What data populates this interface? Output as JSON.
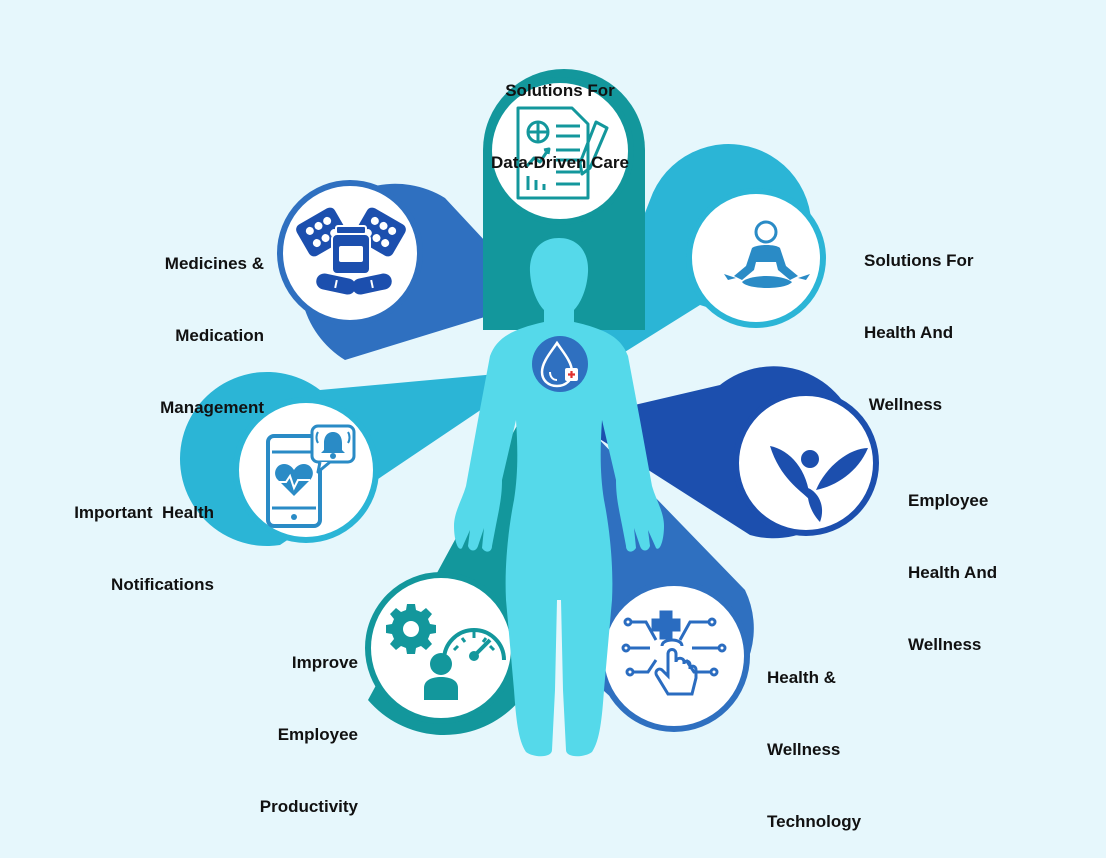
{
  "colors": {
    "background": "#e6f7fc",
    "teal": "#13979c",
    "mid_blue": "#2f70c0",
    "cyan": "#2bb5d6",
    "royal_blue": "#1c4fae",
    "body_cyan": "#55d9ea",
    "icon_blue": "#2a6cc0"
  },
  "center": {
    "figure": "human-body-silhouette",
    "chest_icon": "blood-drop-icon"
  },
  "sections": [
    {
      "id": "data-driven-care",
      "lines": [
        "Solutions For",
        "Data-Driven Care"
      ],
      "icon": "report-document-icon",
      "color": "#13979c"
    },
    {
      "id": "health-wellness",
      "lines": [
        "Solutions For",
        "Health And",
        " Wellness"
      ],
      "icon": "meditation-icon",
      "color": "#2bb5d6"
    },
    {
      "id": "employee-health",
      "lines": [
        "Employee",
        "Health And",
        "Wellness"
      ],
      "icon": "leaf-person-icon",
      "color": "#1c4fae"
    },
    {
      "id": "wellness-technology",
      "lines": [
        "Health &",
        "Wellness",
        "Technology"
      ],
      "icon": "touch-tech-icon",
      "color": "#2f70c0"
    },
    {
      "id": "employee-productivity",
      "lines": [
        "Improve",
        "Employee",
        "Productivity"
      ],
      "icon": "productivity-gauge-icon",
      "color": "#13979c"
    },
    {
      "id": "health-notifications",
      "lines": [
        "Important  Health",
        "Notifications"
      ],
      "icon": "phone-notification-icon",
      "color": "#2bb5d6"
    },
    {
      "id": "medication-management",
      "lines": [
        "Medicines &",
        "Medication",
        "Management"
      ],
      "icon": "pills-icon",
      "color": "#2f70c0"
    }
  ]
}
